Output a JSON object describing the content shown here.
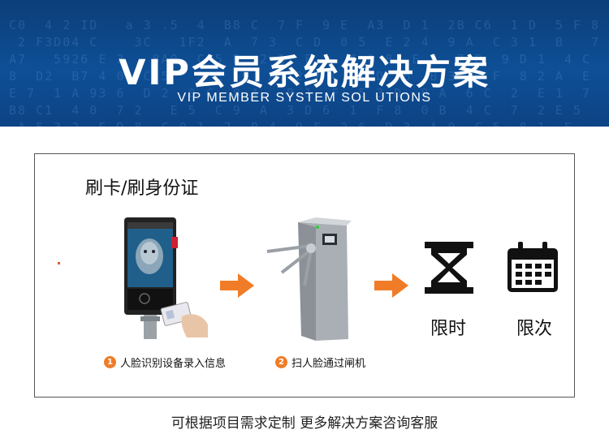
{
  "banner": {
    "title": "VIP会员系统解决方案",
    "subtitle": "VIP MEMBER SYSTEM SOL UTIONS",
    "background_color": "#0e4f96"
  },
  "panel": {
    "section_label": "刷卡/刷身份证",
    "steps": [
      {
        "number": "1",
        "label": "人脸识别设备录入信息"
      },
      {
        "number": "2",
        "label": "扫人脸通过闸机"
      }
    ],
    "features": [
      {
        "icon": "hourglass-icon",
        "label": "限时"
      },
      {
        "icon": "calendar-icon",
        "label": "限次"
      }
    ],
    "accent_color": "#f07c27"
  },
  "footer": {
    "text": "可根据项目需求定制 更多解决方案咨询客服"
  }
}
